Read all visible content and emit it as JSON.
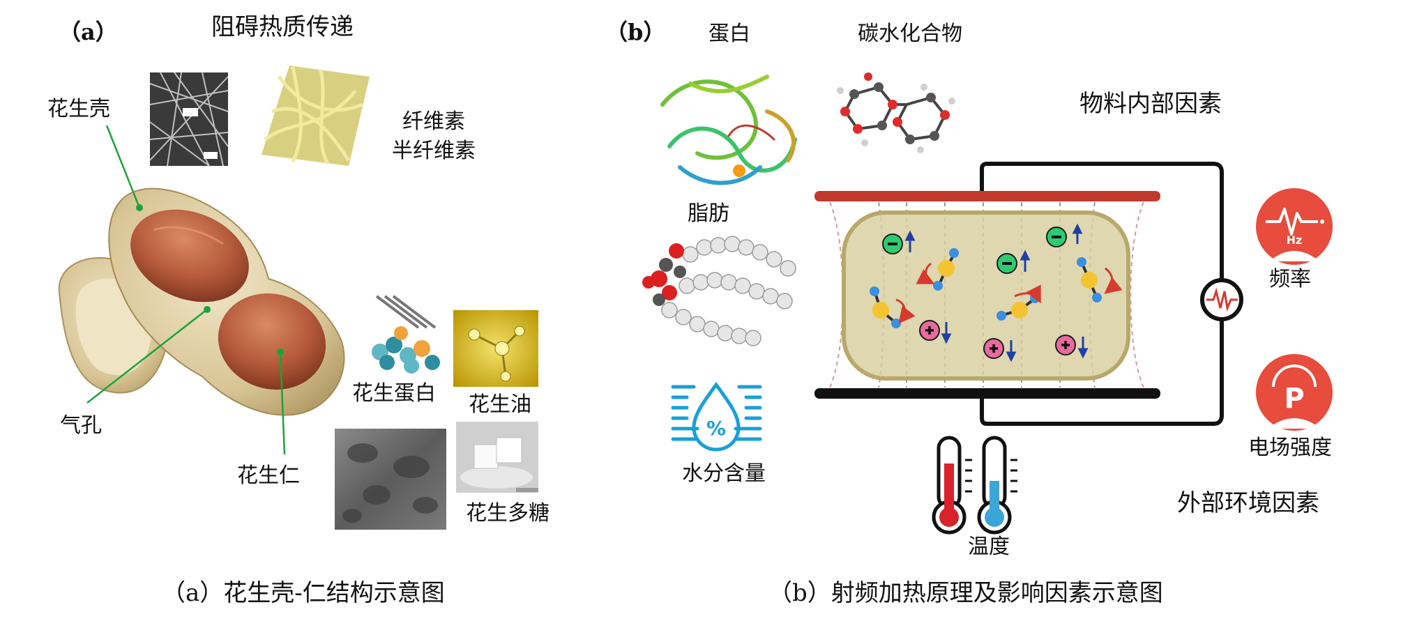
{
  "panel_a": {
    "tag": "（a）",
    "heading": "阻碍热质传递",
    "labels": {
      "shell": "花生壳",
      "fiber_1": "纤维素",
      "fiber_2": "半纤维素",
      "pore": "气孔",
      "kernel": "花生仁",
      "protein": "花生蛋白",
      "oil": "花生油",
      "polysaccharide": "花生多糖"
    },
    "caption": "（a）花生壳-仁结构示意图"
  },
  "panel_b": {
    "tag": "（b）",
    "labels": {
      "protein": "蛋白",
      "carbohydrate": "碳水化合物",
      "fat": "脂肪",
      "moisture": "水分含量",
      "internal": "物料内部因素",
      "frequency": "频率",
      "field_strength": "电场强度",
      "external": "外部环境因素",
      "temperature": "温度"
    },
    "caption": "（b）射频加热原理及影响因素示意图",
    "colors": {
      "top_plate": "#c0392b",
      "bottom_plate": "#111111",
      "chamber_fill": "#d9d0a2",
      "chamber_stroke": "#b8a869",
      "badge": "#e74c3c",
      "moisture_icon": "#1a9fd6",
      "negative_ion": "#2ecc71",
      "positive_ion": "#e86a9e"
    },
    "icons": [
      "frequency-wave-icon",
      "power-p-icon",
      "moisture-percent-icon",
      "thermometer-hot-icon",
      "thermometer-cold-icon",
      "ac-source-icon"
    ]
  }
}
